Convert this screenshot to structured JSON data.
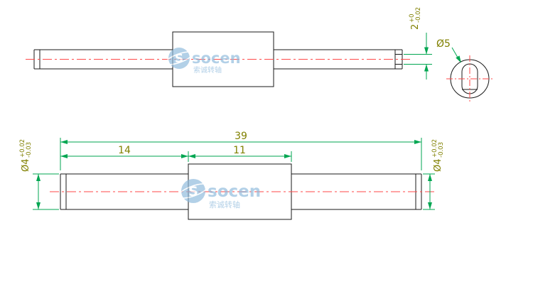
{
  "colors": {
    "outline": "#1a1a1a",
    "dimension_line": "#00a651",
    "dimension_text": "#808000",
    "centerline": "#ff4a4a",
    "watermark": "#8fbadc"
  },
  "watermark": {
    "logo_letter": "S",
    "brand": "socen",
    "cjk": "索诚转轴"
  },
  "top_view": {
    "thickness_dim": {
      "value": "2",
      "tol_upper": "+0",
      "tol_lower": "-0.02"
    },
    "end_view": {
      "diameter_label": "Ø5"
    }
  },
  "front_view": {
    "overall_length": "39",
    "left_section_length": "14",
    "hub_length": "11",
    "left_diameter": {
      "value": "Ø4",
      "tol_upper": "+0.02",
      "tol_lower": "-0.03"
    },
    "right_diameter": {
      "value": "Ø4",
      "tol_upper": "+0.02",
      "tol_lower": "-0.03"
    }
  }
}
